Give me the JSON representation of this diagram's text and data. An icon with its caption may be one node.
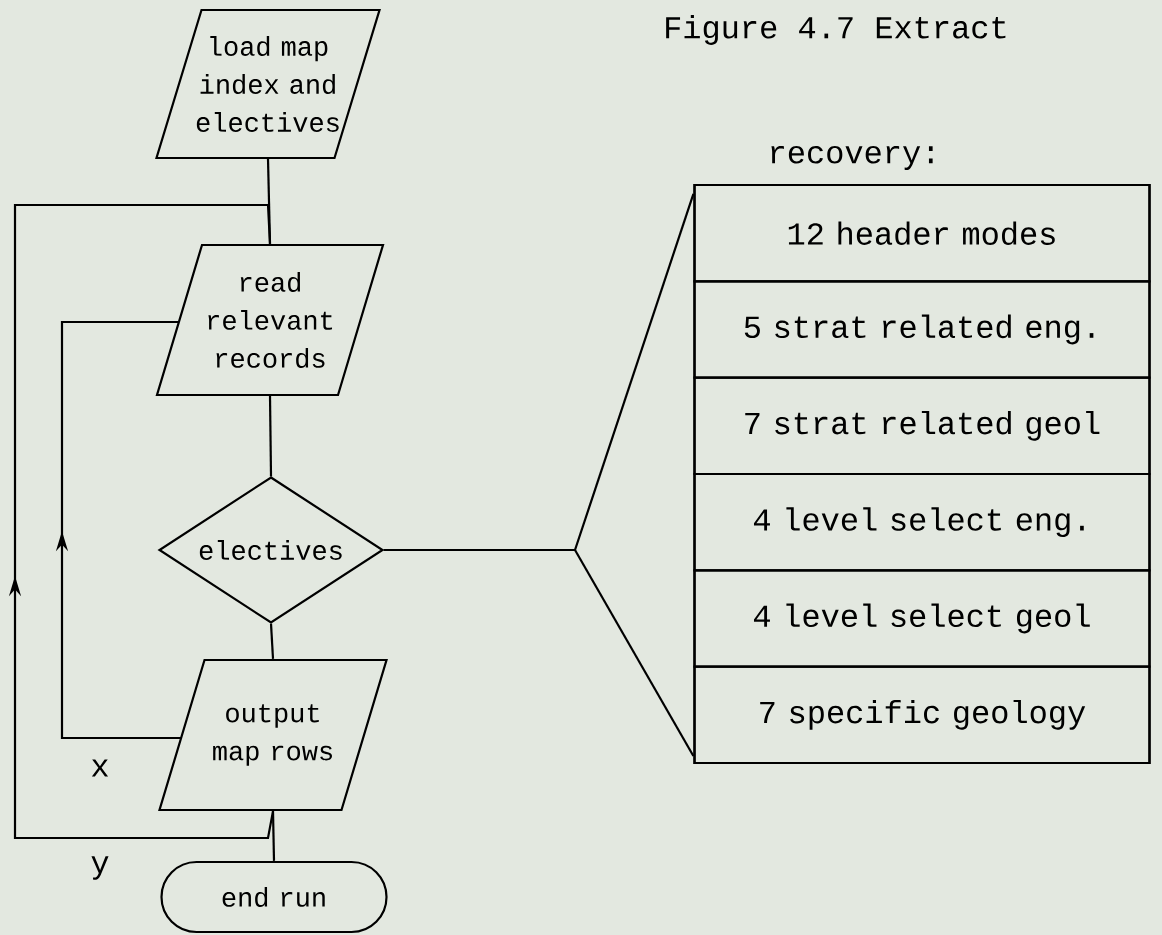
{
  "diagram": {
    "title": "Figure 4.7 Extract",
    "nodes": [
      {
        "text": [
          "load map index and electives"
        ]
      },
      {
        "text": [
          "read relevant records"
        ]
      },
      {
        "text": [
          "electives"
        ]
      },
      {
        "text": [
          "output map rows"
        ]
      },
      {
        "text": [
          "end run"
        ]
      },
      {
        "text": [
          "recovery:"
        ]
      },
      {
        "text": [
          "12 header modes"
        ],
        "in": 5
      },
      {
        "text": [
          "5 strat related eng."
        ],
        "in": 5
      },
      {
        "text": [
          "7 strat related geol"
        ],
        "in": 5
      },
      {
        "text": [
          "4 level select eng."
        ],
        "in": 5
      },
      {
        "text": [
          "4 level select geol"
        ],
        "in": 5
      },
      {
        "text": [
          "7 specific geology"
        ],
        "in": 5
      }
    ],
    "edges": [
      {
        "from": 0,
        "to": 1,
        "arrow": "none"
      },
      {
        "from": 1,
        "to": 2,
        "arrow": "none"
      },
      {
        "from": 2,
        "to": 3,
        "arrow": "none"
      },
      {
        "from": 3,
        "to": 4,
        "arrow": "none"
      },
      {
        "from": 3,
        "to": 1,
        "arrow": "to",
        "label": "x"
      },
      {
        "from": 3,
        "to": 1,
        "arrow": "to",
        "label": "y"
      },
      {
        "from": 2,
        "to": 6,
        "arrow": "none"
      },
      {
        "from": 2,
        "to": 11,
        "arrow": "none"
      }
    ]
  }
}
